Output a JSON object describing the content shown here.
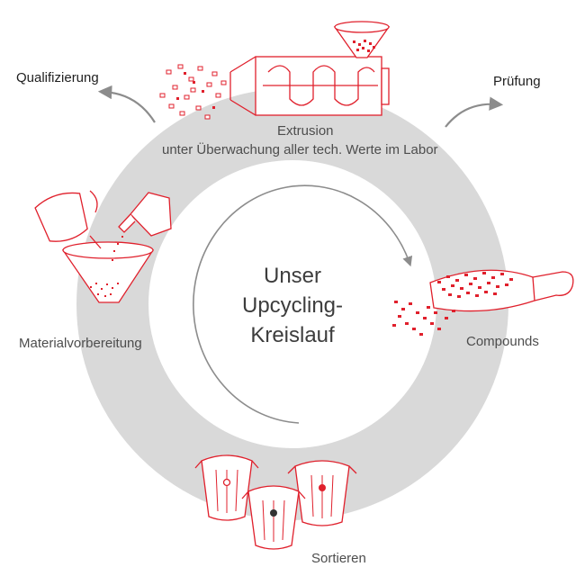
{
  "title": {
    "line1": "Unser",
    "line2": "Upcycling-",
    "line3": "Kreislauf"
  },
  "steps": {
    "extrusion": "Extrusion",
    "extrusion_sub": "unter Überwachung aller tech. Werte im Labor",
    "compounds": "Compounds",
    "sortieren": "Sortieren",
    "materialvorbereitung": "Materialvorbereitung"
  },
  "outputs": {
    "qualifizierung": "Qualifizierung",
    "pruefung": "Prüfung"
  },
  "colors": {
    "ring": "#d9d9d9",
    "accent": "#e0202c",
    "arrow": "#8c8c8c",
    "text": "#4d4d4d"
  },
  "icons": {
    "extrusion": "extruder-screw-icon",
    "compounds": "scoop-with-granules-icon",
    "sortieren": "sorting-bins-icon",
    "materialvorbereitung": "pouring-funnel-icon"
  }
}
